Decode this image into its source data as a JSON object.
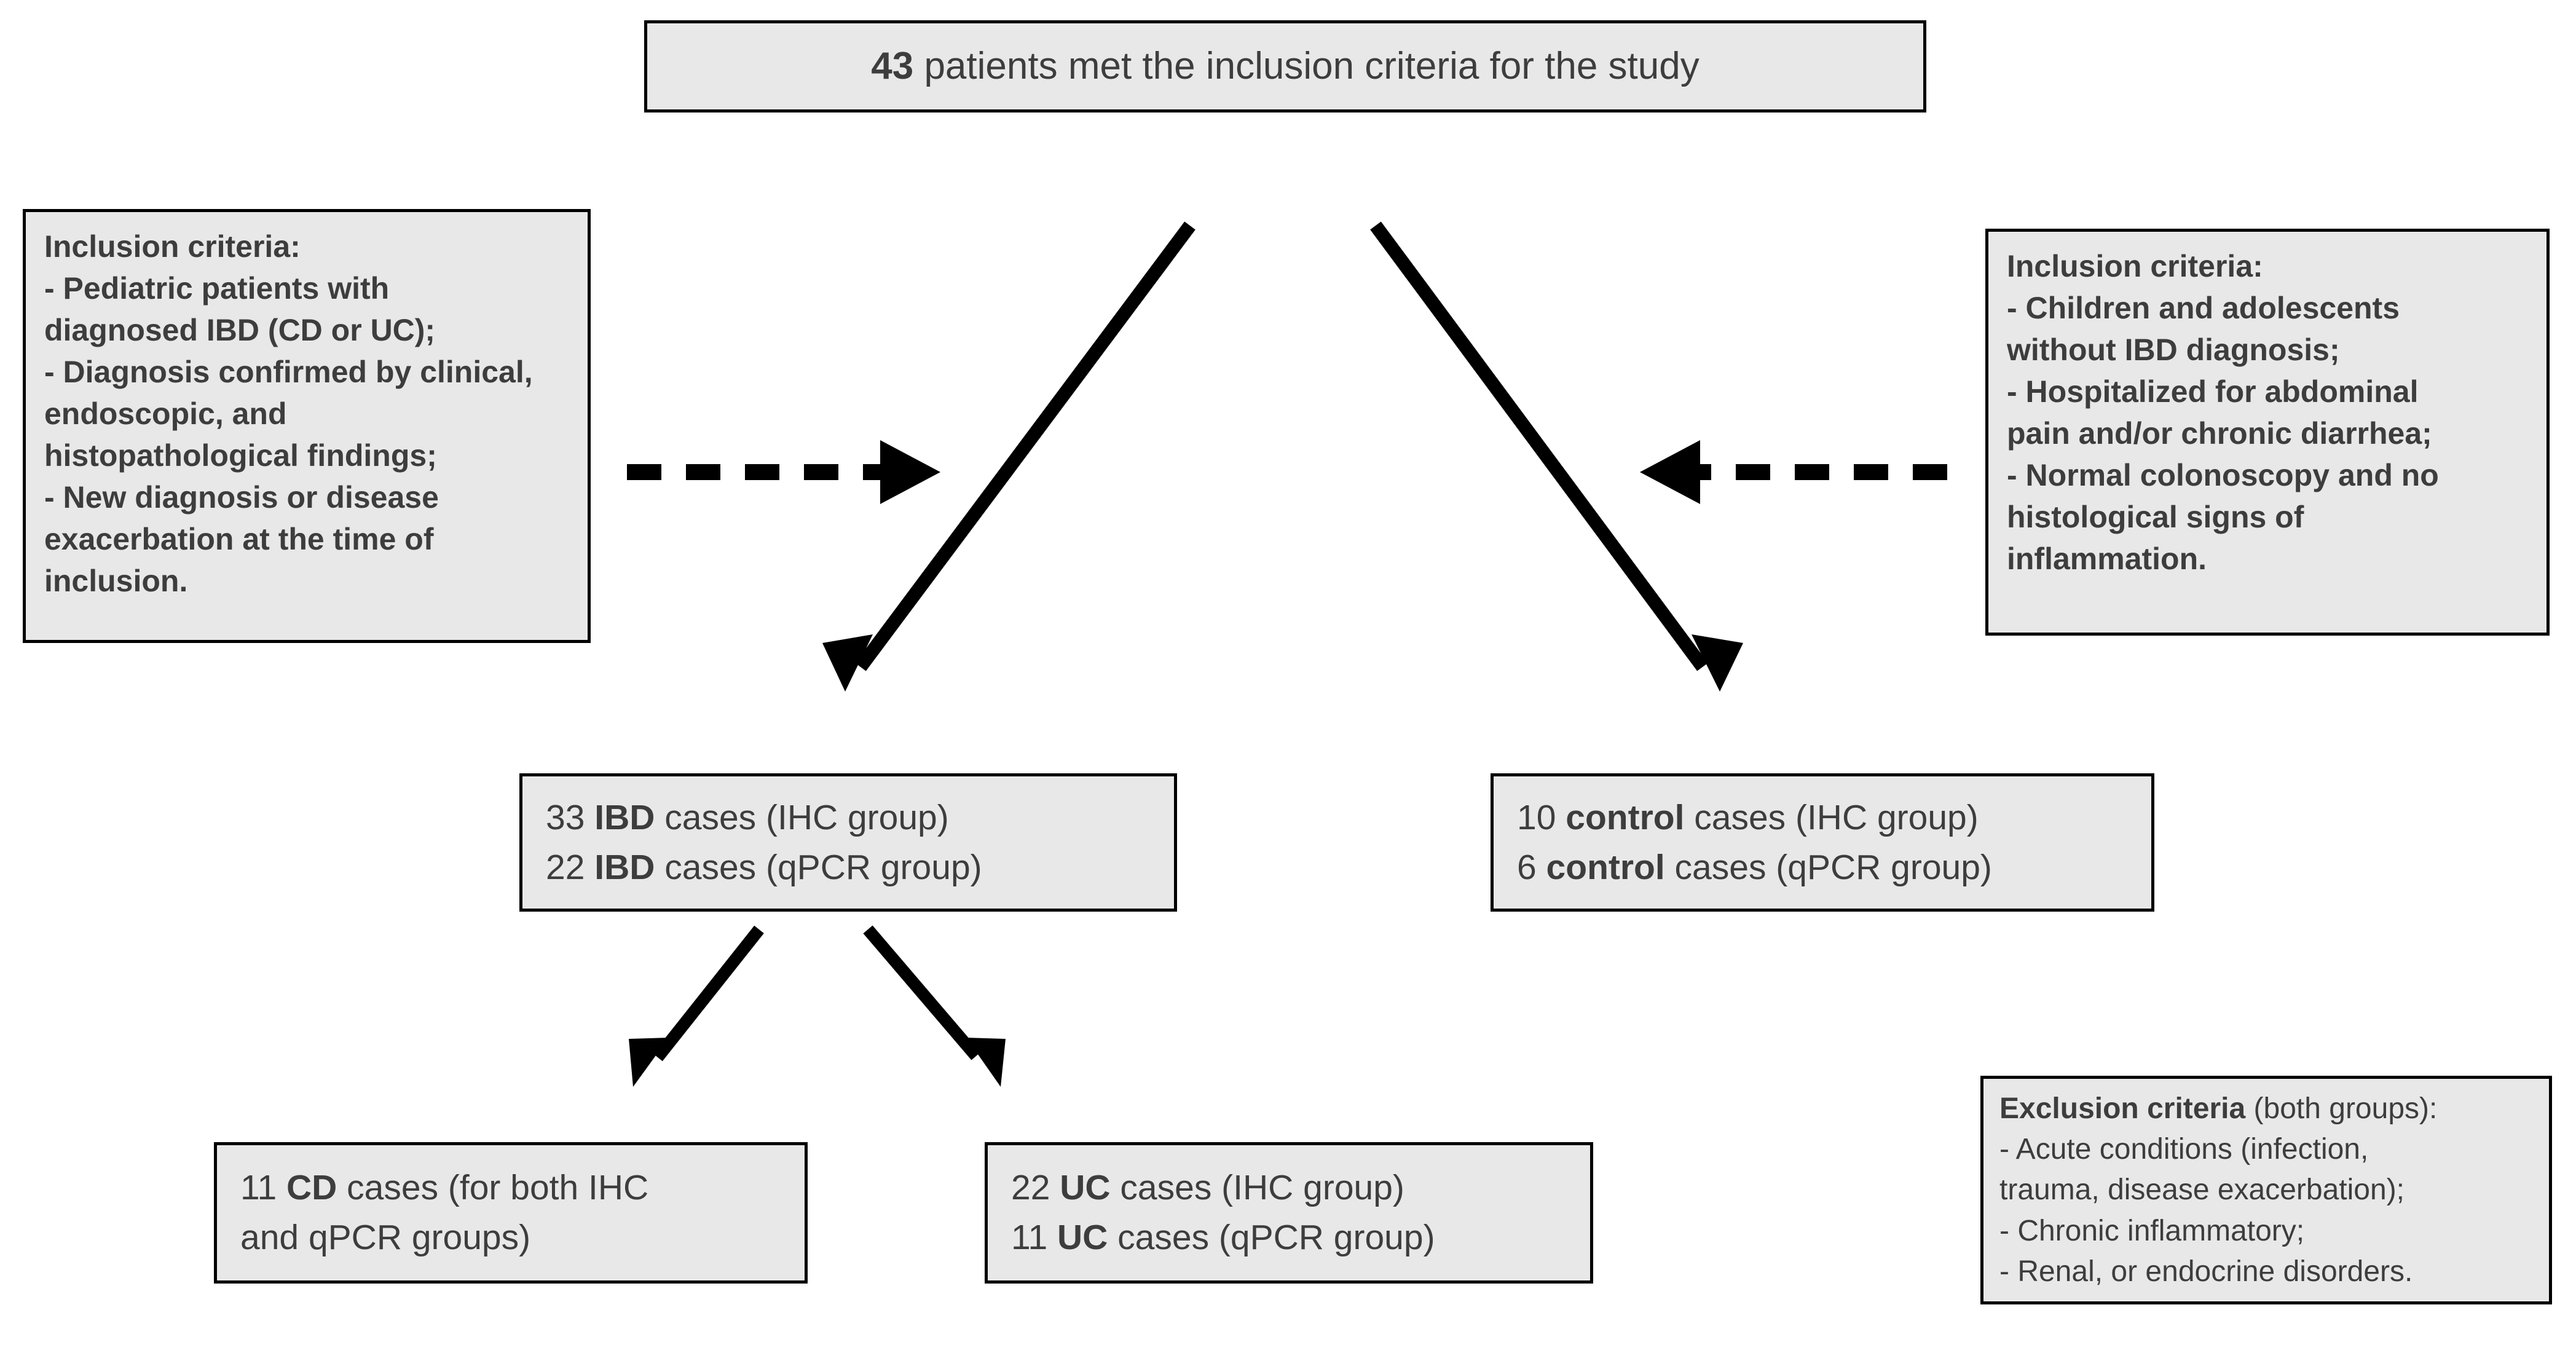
{
  "header": {
    "count": "43",
    "text": " patients met the inclusion criteria for the study"
  },
  "inclusion_left": {
    "title": "Inclusion criteria:",
    "lines": [
      "- Pediatric patients with",
      "diagnosed IBD (CD or UC);",
      "- Diagnosis confirmed by clinical,",
      "endoscopic, and",
      "histopathological findings;",
      "- New diagnosis or disease",
      "exacerbation at the time of",
      "inclusion."
    ]
  },
  "inclusion_right": {
    "title": "Inclusion criteria:",
    "lines": [
      "- Children and adolescents",
      "without IBD diagnosis;",
      "- Hospitalized for abdominal",
      "pain and/or chronic diarrhea;",
      "- Normal colonoscopy and no",
      "histological signs of",
      "inflammation."
    ]
  },
  "ibd_box": {
    "row1_pre": "33 ",
    "row1_bold": "IBD",
    "row1_post": " cases (IHC group)",
    "row2_pre": "22 ",
    "row2_bold": "IBD",
    "row2_post": " cases (qPCR group)"
  },
  "control_box": {
    "row1_pre": "10 ",
    "row1_bold": "control",
    "row1_post": " cases (IHC group)",
    "row2_pre": "6 ",
    "row2_bold": "control",
    "row2_post": " cases (qPCR group)"
  },
  "cd_box": {
    "row1_pre": "11 ",
    "row1_bold": "CD",
    "row1_post": " cases (for both IHC",
    "row2_pre": "and qPCR groups)"
  },
  "uc_box": {
    "row1_pre": "22 ",
    "row1_bold": "UC",
    "row1_post": " cases (IHC group)",
    "row2_pre": "11 ",
    "row2_bold": "UC",
    "row2_post": " cases (qPCR group)"
  },
  "exclusion_box": {
    "title_bold": "Exclusion criteria",
    "title_rest": " (both groups):",
    "lines": [
      "- Acute conditions (infection,",
      "trauma, disease exacerbation);",
      "- Chronic inflammatory;",
      "-  Renal, or endocrine disorders."
    ]
  },
  "colors": {
    "box_fill": "#e8e8e8",
    "box_border": "#000000",
    "text": "#3d3d3d",
    "arrow": "#000000",
    "background": "#ffffff"
  },
  "icons": {
    "arrow_solid_down_left": "solid-arrow-down-left-icon",
    "arrow_solid_down_right": "solid-arrow-down-right-icon",
    "arrow_dashed_right": "dashed-arrow-right-icon",
    "arrow_dashed_left": "dashed-arrow-left-icon",
    "arrow_branch_left": "branch-arrow-down-left-icon",
    "arrow_branch_right": "branch-arrow-down-right-icon"
  }
}
